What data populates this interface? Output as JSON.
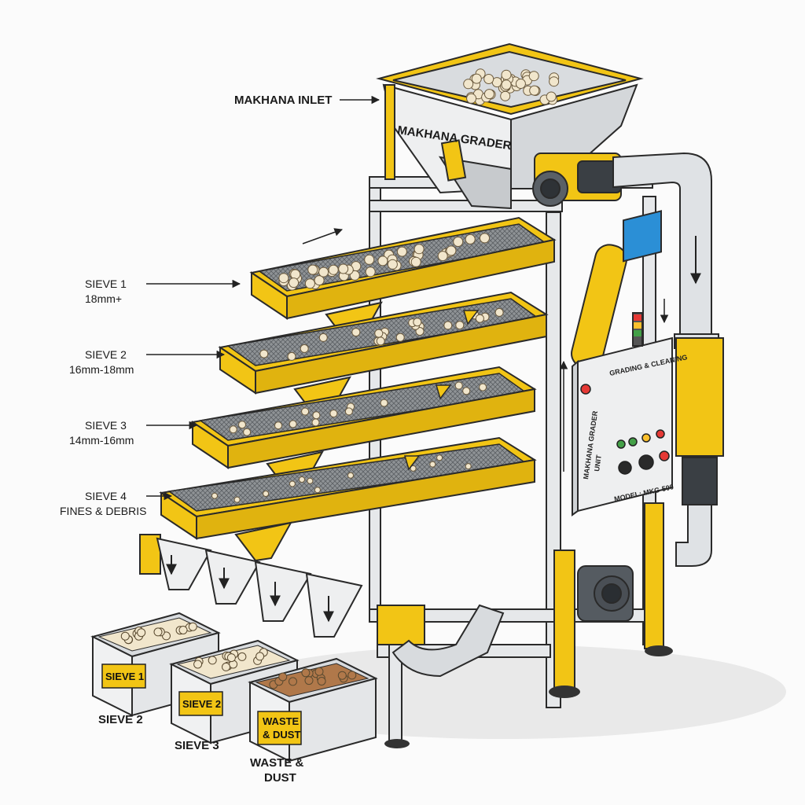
{
  "labels": {
    "inlet": "MAKHANA INLET",
    "hopper": "MAKHANA GRADER",
    "sieve1_name": "SIEVE 1",
    "sieve1_size": "18mm+",
    "sieve2_name": "SIEVE 2",
    "sieve2_size": "16mm-18mm",
    "sieve3_name": "SIEVE 3",
    "sieve3_size": "14mm-16mm",
    "sieve4_name": "SIEVE 4",
    "sieve4_size": "FINES & DEBRIS"
  },
  "panel": {
    "title": "GRADING & CLEANING",
    "side_line1": "MAKHANA GRADER",
    "side_line2": "UNIT",
    "model": "MODEL: MKG-500"
  },
  "bins": {
    "bin1_plate": "SIEVE 1",
    "bin2_plate": "SIEVE 2",
    "bin3_plate_line1": "WASTE",
    "bin3_plate_line2": "& DUST",
    "bin1_caption": "SIEVE 2",
    "bin2_caption": "SIEVE 3",
    "bin3_caption_line1": "WASTE &",
    "bin3_caption_line2": "DUST"
  },
  "colors": {
    "frame_yellow": "#f2c515",
    "frame_steel": "#e6e8ea",
    "outline": "#2a2a2a",
    "makhana": "#f1e6cc",
    "waste": "#b0784a",
    "screen": "#2b8fd6"
  }
}
